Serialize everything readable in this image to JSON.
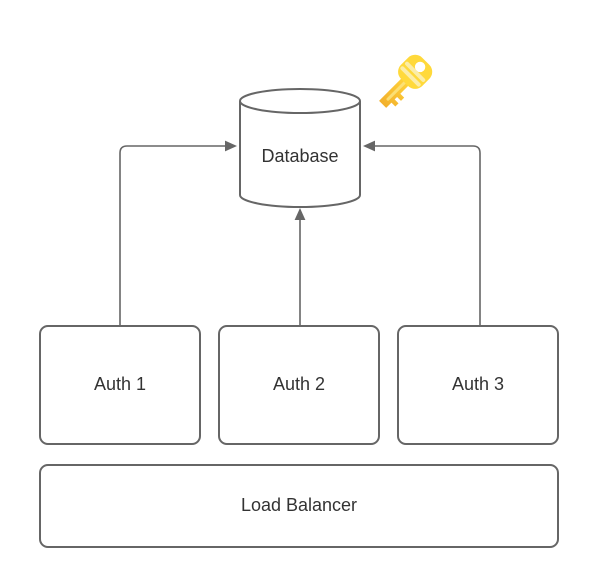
{
  "diagram": {
    "nodes": {
      "database": {
        "label": "Database",
        "shape": "cylinder"
      },
      "auth1": {
        "label": "Auth 1",
        "shape": "rounded-rect"
      },
      "auth2": {
        "label": "Auth 2",
        "shape": "rounded-rect"
      },
      "auth3": {
        "label": "Auth 3",
        "shape": "rounded-rect"
      },
      "load_balancer": {
        "label": "Load Balancer",
        "shape": "rounded-rect"
      }
    },
    "edges": [
      {
        "from": "Auth 1",
        "to": "Database",
        "arrow": "filled-triangle",
        "enters": "left"
      },
      {
        "from": "Auth 2",
        "to": "Database",
        "arrow": "filled-triangle",
        "enters": "bottom"
      },
      {
        "from": "Auth 3",
        "to": "Database",
        "arrow": "filled-triangle",
        "enters": "right"
      }
    ],
    "icons": [
      {
        "name": "key-icon",
        "attached_to": "Database",
        "position": "top-right"
      }
    ],
    "colors": {
      "background": "#ffffff",
      "node_stroke": "#666666",
      "node_fill": "#ffffff",
      "text": "#333333",
      "connector": "#666666",
      "key_gold": "#FFD93B",
      "key_stripe": "#FBEDA8",
      "key_shaft_dark": "#F2B02C",
      "key_hole": "#ffffff"
    }
  }
}
